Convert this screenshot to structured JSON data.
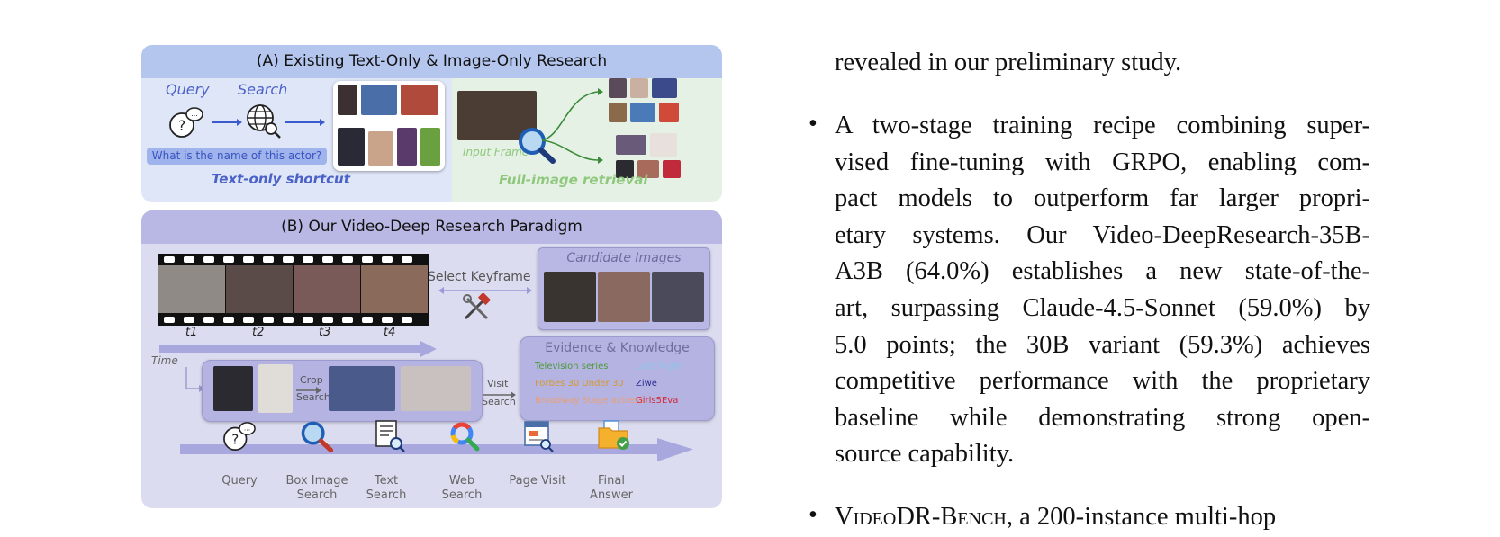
{
  "figure": {
    "panel_a": {
      "title": "(A) Existing Text-Only & Image-Only Research",
      "query_label": "Query",
      "search_label": "Search",
      "question": "What is the name of this actor?",
      "shortcut_label": "Text-only shortcut",
      "input_frame_label": "Input Frame",
      "retrieval_label": "Full-image retrieval"
    },
    "panel_b": {
      "title": "(B) Our Video-Deep Research Paradigm",
      "select_keyframe": "Select Keyframe",
      "candidate_images": "Candidate Images",
      "time_label": "Time",
      "ticks": [
        "t1",
        "t2",
        "t3",
        "t4"
      ],
      "crop_label": "Crop",
      "crop_search_label": "Search",
      "visit_label": "Visit",
      "visit_search_label": "Search",
      "evidence_title": "Evidence & Knowledge",
      "evidence_items": [
        {
          "text": "Television series",
          "color": "#4e9a3a"
        },
        {
          "text": "Late Night",
          "color": "#8fc4e8"
        },
        {
          "text": "Forbes 30 Under 30",
          "color": "#d69a2a"
        },
        {
          "text": "Ziwe",
          "color": "#2b2b8f"
        },
        {
          "text": "Broadway Stage actress",
          "color": "#e8a07a"
        },
        {
          "text": "Girls5Eva",
          "color": "#d42a3a"
        }
      ],
      "tools": [
        {
          "label": "Query",
          "icon": "query-bubble-icon"
        },
        {
          "label": "Box Image Search",
          "icon": "magnifier-icon"
        },
        {
          "label": "Text Search",
          "icon": "document-search-icon"
        },
        {
          "label": "Web Search",
          "icon": "web-search-icon"
        },
        {
          "label": "Page Visit",
          "icon": "page-visit-icon"
        },
        {
          "label": "Final Answer",
          "icon": "folder-check-icon"
        }
      ]
    }
  },
  "body_text": {
    "top_line": "revealed in our preliminary study.",
    "bullet1_lines": [
      "A two-stage training recipe combining super-",
      "vised fine-tuning with GRPO, enabling com-",
      "pact models to outperform far larger propri-",
      "etary systems. Our Video-DeepResearch-35B-",
      "A3B (64.0%) establishes a new state-of-the-",
      "art, surpassing Claude-4.5-Sonnet (59.0%) by",
      "5.0 points; the 30B variant (59.3%) achieves",
      "competitive performance with the proprietary",
      "baseline while demonstrating strong open-",
      "source capability."
    ],
    "bullet2_name": "VideoDR-Bench",
    "bullet2_rest": ", a 200-instance multi-hop",
    "bullet_glyph": "•"
  },
  "colors": {
    "panel_a_bg": "#dfe6f7",
    "panel_a_head": "#b4c6ee",
    "panel_a_right": "#e4f1e4",
    "panel_b_bg": "#dcdcf0",
    "panel_b_head": "#b9b8e4"
  }
}
